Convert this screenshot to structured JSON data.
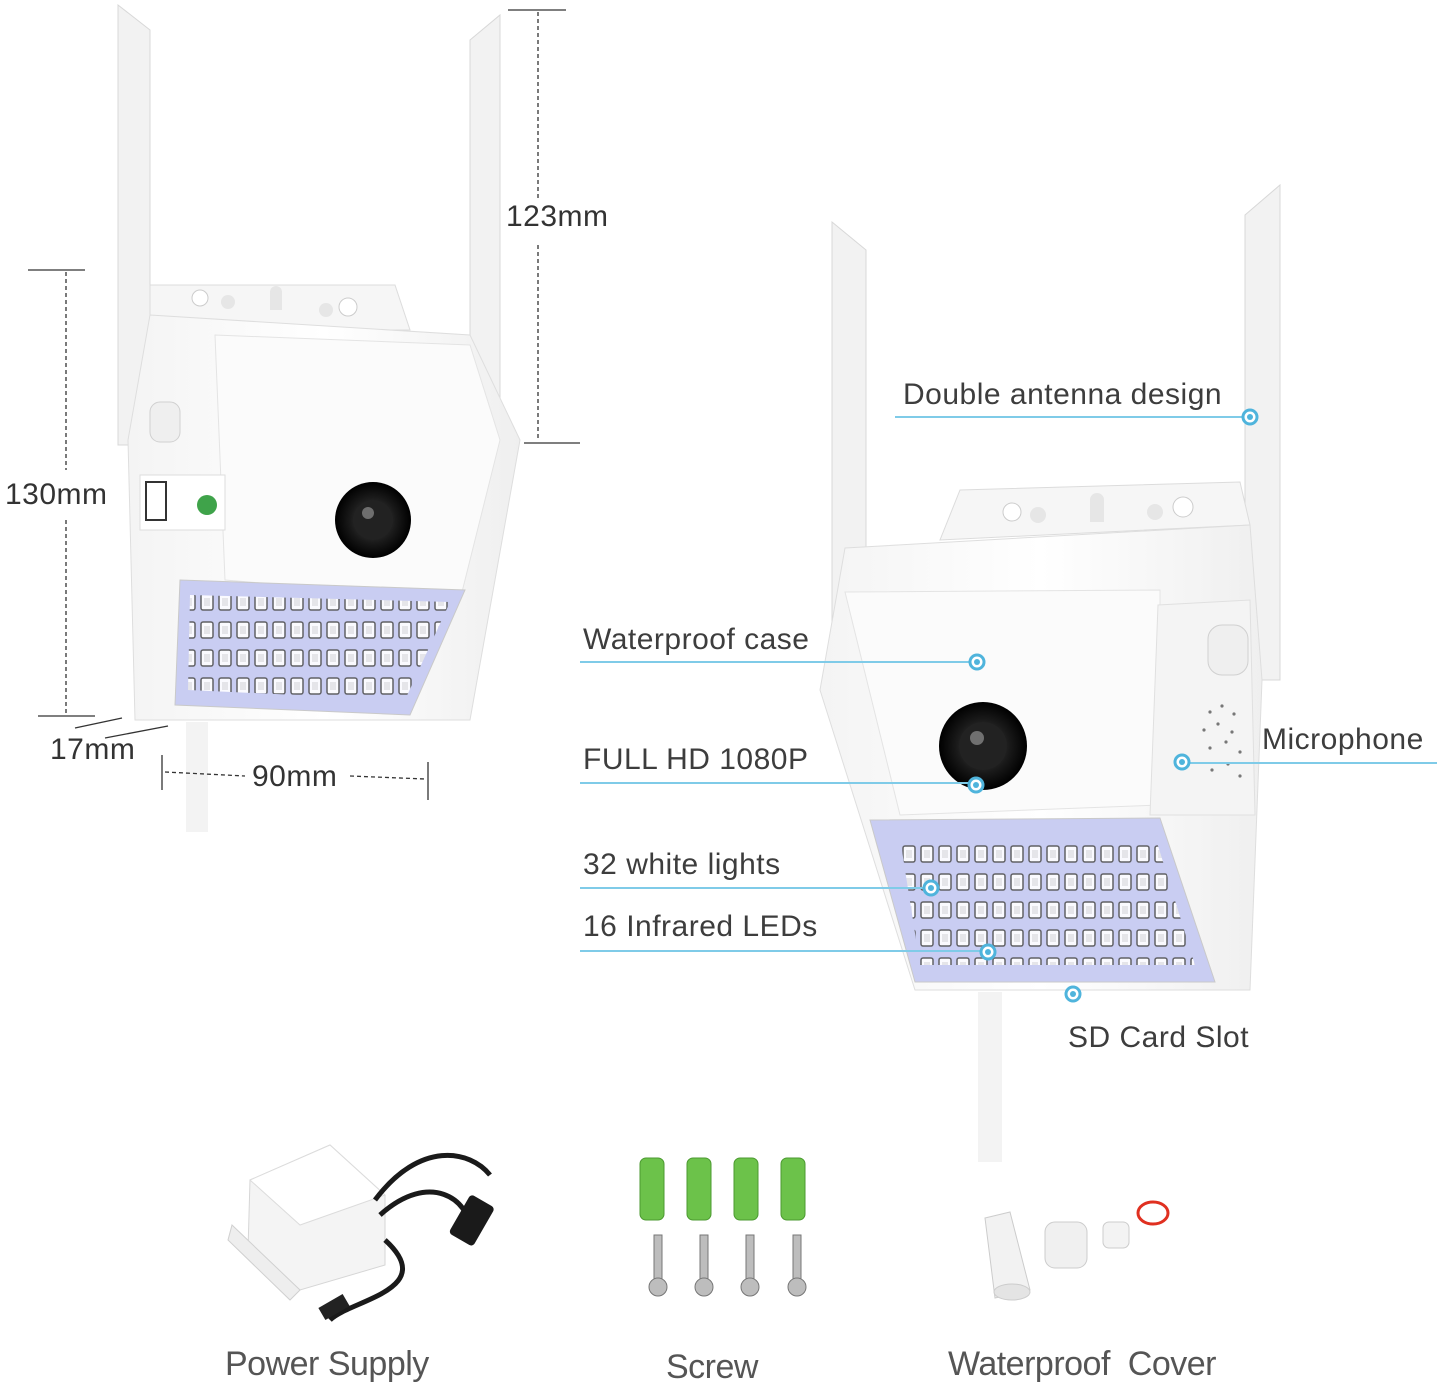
{
  "dimensions": {
    "height_antenna": "123mm",
    "height_body": "130mm",
    "depth": "17mm",
    "width": "90mm"
  },
  "callouts": {
    "antenna": "Double antenna design",
    "case": "Waterproof case",
    "resolution": "FULL HD 1080P",
    "microphone": "Microphone",
    "white_lights": "32 white lights",
    "infrared": "16 Infrared LEDs",
    "sd_slot": "SD Card Slot"
  },
  "accessories": {
    "power": "Power Supply",
    "screw": "Screw",
    "cover": "Waterproof  Cover"
  },
  "colors": {
    "callout_line": "#7fcbe8",
    "callout_dot": "#4fb4dc",
    "led_panel": "#c9cdf2",
    "anchor_green": "#6cc24a"
  }
}
